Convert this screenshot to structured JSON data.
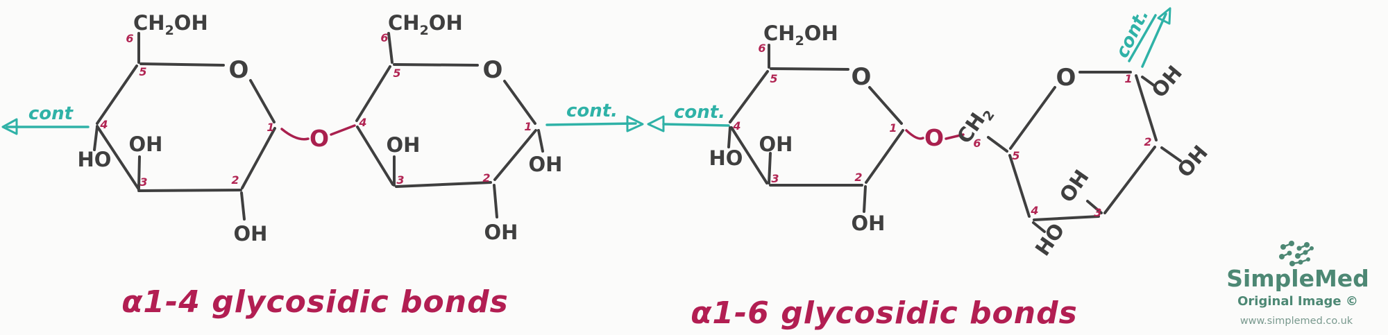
{
  "colors": {
    "ink": "#3f3f3f",
    "crimson": "#a9204e",
    "teal": "#2fb2a7",
    "logo_green": "#4d8874",
    "background": "#fbfbfa"
  },
  "labels": {
    "oxygen": "O",
    "hydroxyl": "OH",
    "hydroxyl_reversed": "HO",
    "ch": "CH",
    "subscript_two": "2",
    "carbon_1": "1",
    "carbon_2": "2",
    "carbon_3": "3",
    "carbon_4": "4",
    "carbon_5": "5",
    "carbon_6": "6",
    "cont": "cont",
    "cont_dot": "cont."
  },
  "left_structure": {
    "caption": "α1-4 glycosidic bonds"
  },
  "right_structure": {
    "caption": "α1-6 glycosidic bonds"
  },
  "watermark": {
    "brand": "SimpleMed",
    "note": "Original Image ©",
    "url": "www.simplemed.co.uk"
  }
}
